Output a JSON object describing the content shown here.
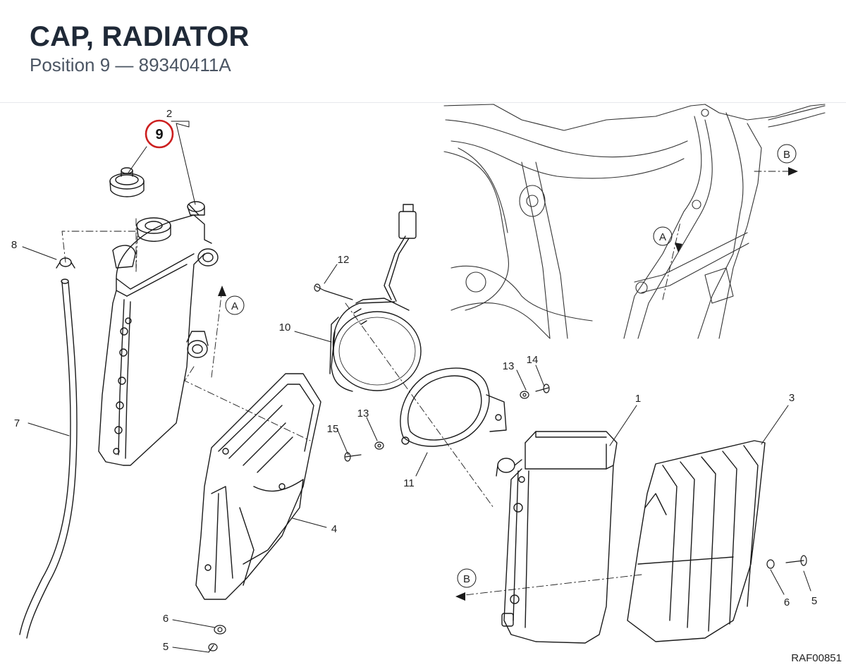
{
  "header": {
    "title": "CAP, RADIATOR",
    "subtitle": "Position 9 — 89340411A"
  },
  "highlight": {
    "position": "9",
    "color": "#cc1f1f"
  },
  "callouts": {
    "c2": "2",
    "c8": "8",
    "c7": "7",
    "c12": "12",
    "c10": "10",
    "c13a": "13",
    "c14": "14",
    "c13b": "13",
    "c15": "15",
    "c11": "11",
    "c1": "1",
    "c3": "3",
    "c4": "4",
    "c6a": "6",
    "c5a": "5",
    "c6b": "6",
    "c5b": "5"
  },
  "view_markers": {
    "a1": "A",
    "a2": "A",
    "b1": "B",
    "b2": "B"
  },
  "drawing_code": "RAF00851"
}
